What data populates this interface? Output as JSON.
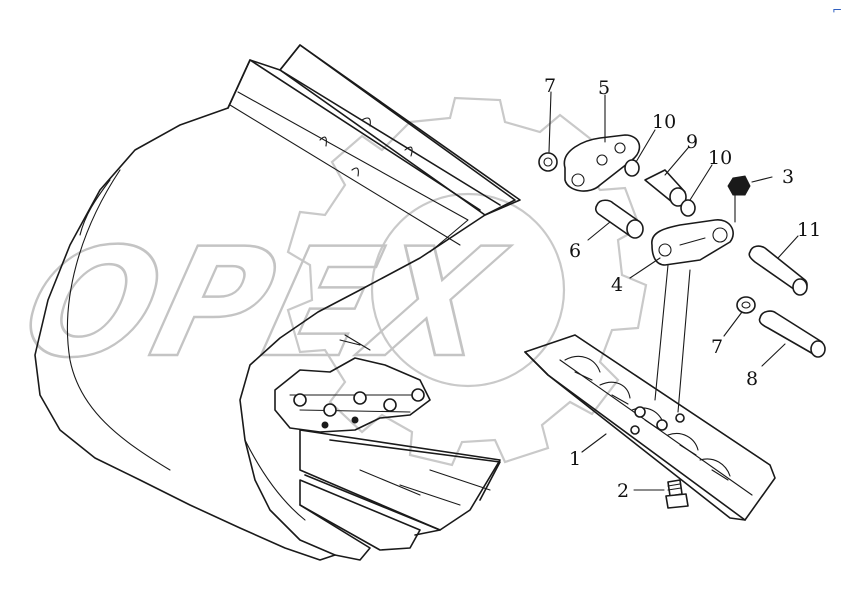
{
  "watermark": {
    "text": "OPEX",
    "color": "#c4c4c4"
  },
  "callouts": [
    {
      "id": "c7a",
      "label": "7"
    },
    {
      "id": "c5",
      "label": "5"
    },
    {
      "id": "c10a",
      "label": "10"
    },
    {
      "id": "c9",
      "label": "9"
    },
    {
      "id": "c10b",
      "label": "10"
    },
    {
      "id": "c3",
      "label": "3"
    },
    {
      "id": "c6",
      "label": "6"
    },
    {
      "id": "c11",
      "label": "11"
    },
    {
      "id": "c4",
      "label": "4"
    },
    {
      "id": "c7b",
      "label": "7"
    },
    {
      "id": "c8",
      "label": "8"
    },
    {
      "id": "c1",
      "label": "1"
    },
    {
      "id": "c2",
      "label": "2"
    }
  ],
  "corner_mark": "⌐"
}
